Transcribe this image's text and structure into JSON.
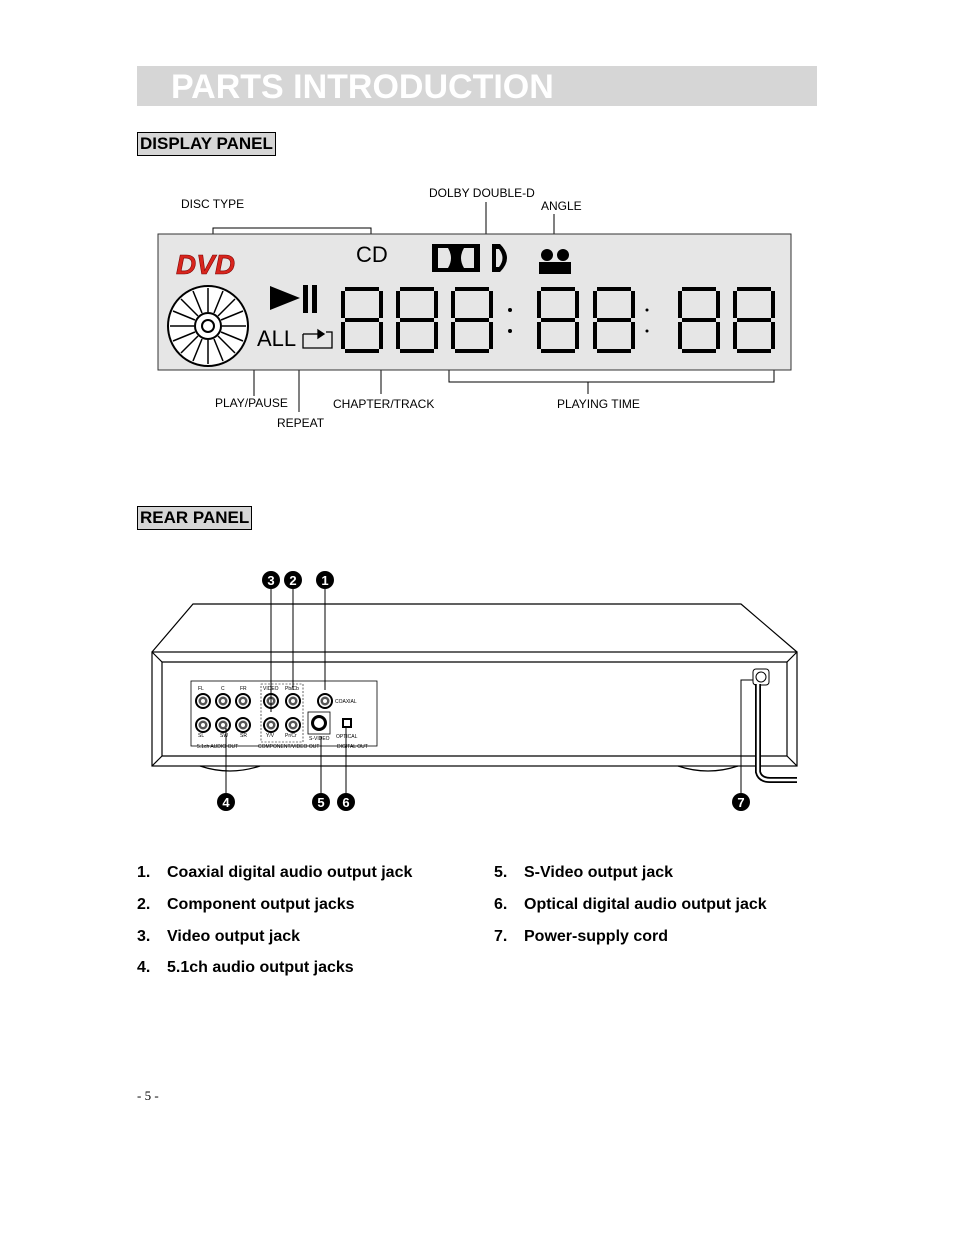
{
  "page_title": "PARTS INTRODUCTION",
  "display_section": {
    "heading": "DISPLAY PANEL",
    "labels": {
      "disc_type": "DISC TYPE",
      "dolby": "DOLBY DOUBLE-D",
      "angle": "ANGLE",
      "play_pause": "PLAY/PAUSE",
      "repeat": "REPEAT",
      "chapter_track": "CHAPTER/TRACK",
      "playing_time": "PLAYING TIME"
    },
    "lcd": {
      "dvd_logo": "DVD",
      "cd": "CD",
      "all": "ALL",
      "logo_color": "#d8251d",
      "lcd_background": "#e6e6e6"
    }
  },
  "rear_section": {
    "heading": "REAR PANEL",
    "callouts": [
      "3",
      "2",
      "1",
      "4",
      "5",
      "6",
      "7"
    ],
    "panel_labels": {
      "fl": "FL",
      "c": "C",
      "fr": "FR",
      "sl": "SL",
      "sw": "SW",
      "sr": "SR",
      "video": "VIDEO",
      "pbcb": "Pb/Cb",
      "yv": "Y/V",
      "prcr": "Pr/Cr",
      "coaxial": "COAXIAL",
      "svideo": "S-VIDEO",
      "optical": "OPTICAL",
      "audio_out": "5.1ch  AUDIO OUT",
      "comp_out": "COMPONENT/VIDEO OUT",
      "digital_out": "DIGITAL OUT"
    }
  },
  "parts_list": [
    {
      "num": "1.",
      "label": "Coaxial digital audio output jack"
    },
    {
      "num": "2.",
      "label": "Component output jacks"
    },
    {
      "num": "3.",
      "label": "Video output jack"
    },
    {
      "num": "4.",
      "label": "5.1ch audio output jacks"
    },
    {
      "num": "5.",
      "label": "S-Video output jack"
    },
    {
      "num": "6.",
      "label": "Optical digital audio output jack"
    },
    {
      "num": "7.",
      "label": "Power-supply cord"
    }
  ],
  "page_number": "- 5 -"
}
